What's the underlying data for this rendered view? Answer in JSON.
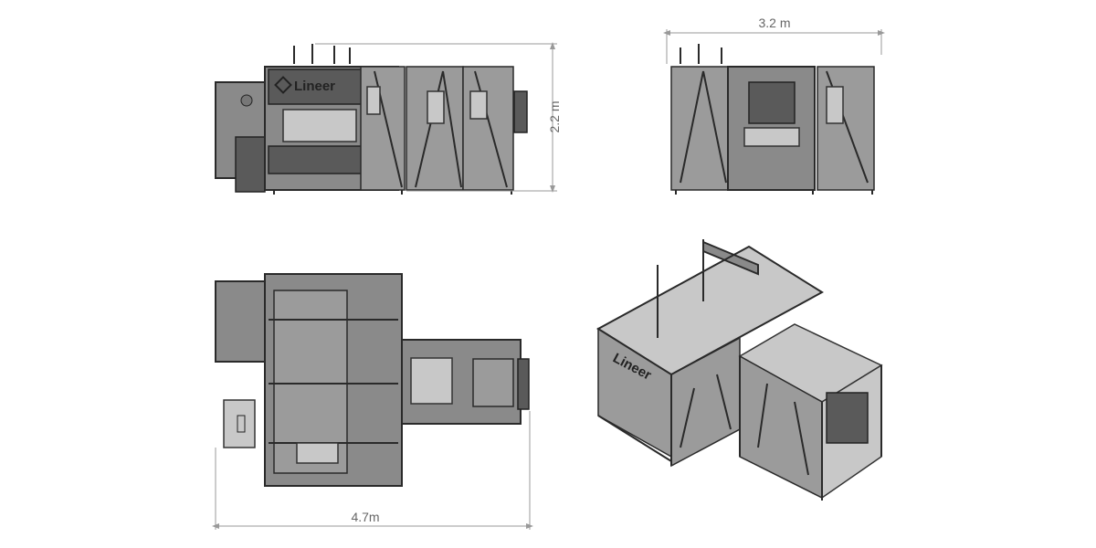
{
  "dimensions": {
    "height": "2.2 m",
    "width": "3.2 m",
    "length": "4.7m"
  },
  "logo": {
    "text": "Lineer"
  },
  "views": [
    "front-view",
    "side-view",
    "top-view",
    "isometric-view"
  ]
}
